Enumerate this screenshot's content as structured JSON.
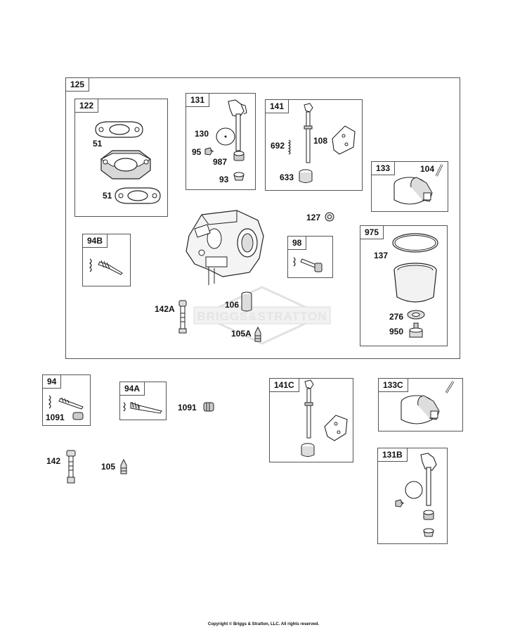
{
  "groups": {
    "g125": "125",
    "g122": "122",
    "g131": "131",
    "g141": "141",
    "g133": "133",
    "g94B": "94B",
    "g98": "98",
    "g975": "975",
    "g94": "94",
    "g94A": "94A",
    "g141C": "141C",
    "g133C": "133C",
    "g131B": "131B"
  },
  "labels": {
    "p51a": "51",
    "p51b": "51",
    "p130": "130",
    "p95": "95",
    "p987": "987",
    "p93": "93",
    "p692": "692",
    "p108": "108",
    "p633": "633",
    "p104": "104",
    "p127": "127",
    "p137": "137",
    "p276": "276",
    "p950": "950",
    "p106": "106",
    "p142A": "142A",
    "p105A": "105A",
    "p1091a": "1091",
    "p1091b": "1091",
    "p142": "142",
    "p105": "105"
  },
  "watermark": {
    "part1": "BRIGGS",
    "part2": "&",
    "part3": "STRATTON"
  },
  "footer": "Copyright © Briggs & Stratton, LLC. All rights reserved."
}
